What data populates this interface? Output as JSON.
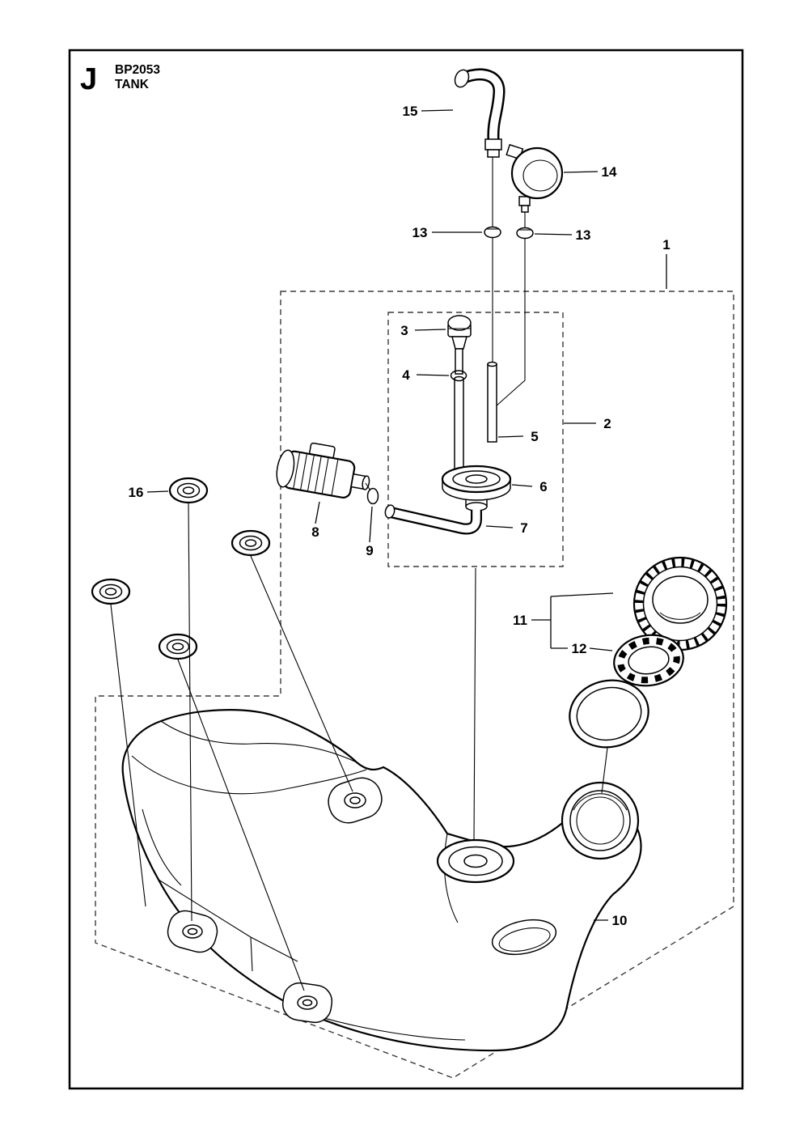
{
  "header": {
    "section_letter": "J",
    "model": "BP2053",
    "title": "TANK"
  },
  "callouts": [
    {
      "label": "15"
    },
    {
      "label": "14"
    },
    {
      "label": "13"
    },
    {
      "label": "13"
    },
    {
      "label": "1"
    },
    {
      "label": "3"
    },
    {
      "label": "4"
    },
    {
      "label": "2"
    },
    {
      "label": "5"
    },
    {
      "label": "6"
    },
    {
      "label": "16"
    },
    {
      "label": "8"
    },
    {
      "label": "9"
    },
    {
      "label": "7"
    },
    {
      "label": "11"
    },
    {
      "label": "12"
    },
    {
      "label": "10"
    }
  ],
  "colors": {
    "line": "#000000",
    "dashed_boundary": "#3a3a3a",
    "background": "#ffffff"
  }
}
